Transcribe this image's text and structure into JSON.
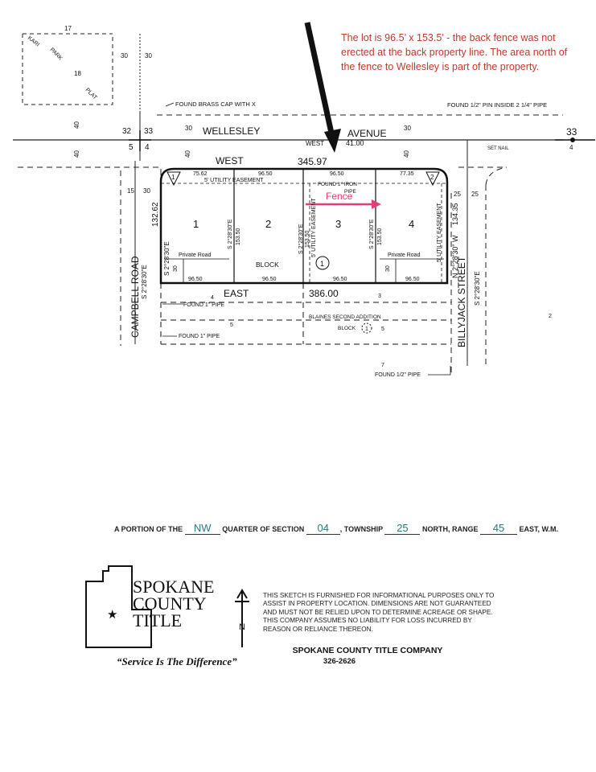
{
  "note": {
    "text": "The lot is 96.5’ x 153.5’ - the back fence was not erected at the back property line. The area north of the fence to Wellesley is part of the property.",
    "color": "#c0392b"
  },
  "fence_label": "Fence",
  "fence_color": "#e0407a",
  "streets": {
    "wellesley": "WELLESLEY",
    "avenue": "AVENUE",
    "west_small": "WEST",
    "campbell": "CAMPBELL ROAD",
    "billyjack": "BILLYJACK STREET",
    "campbell_bearing": "S 2°28'30\"E",
    "billyjack_bearing": "S 2°28'30\"E"
  },
  "corners": {
    "found_brass_cap": "FOUND BRASS CAP WITH X",
    "found_half_pin": "FOUND 1/2\" PIN INSIDE 2 1/4\" PIPE",
    "set_nail": "SET NAIL",
    "found_1_pipe_a": "FOUND 1\" PIPE",
    "found_1_pipe_b": "FOUND 1\" PIPE",
    "found_half_pipe": "FOUND 1/2\" PIPE",
    "found_iron_pipe_a": "FOUND 1\" IRON",
    "found_iron_pipe_b": "PIPE",
    "west_dim": "41.00"
  },
  "block": {
    "north_label": "WEST",
    "north_total": "345.97",
    "south_label": "EAST",
    "south_total": "386.00",
    "block_label": "BLOCK",
    "block_number": "1",
    "lots": [
      "1",
      "2",
      "3",
      "4"
    ],
    "top_dims": [
      "75.62",
      "96.50",
      "96.50",
      "77.35"
    ],
    "bottom_dims": [
      "96.50",
      "96.50",
      "96.50",
      "96.50"
    ],
    "side_dims": [
      "153.50",
      "153.50",
      "153.50"
    ],
    "west_side": "132.62",
    "east_side": "134.35",
    "lot_bearing": "S 2°28'30\"E",
    "east_bearing": "N 2°28'30\" W",
    "utility_easement": "5' UTILITY EASEMENT",
    "private_road": "Private Road",
    "thirty": "30",
    "corner_tags": [
      "1",
      "2"
    ]
  },
  "south_addition": {
    "name": "BLAINES SECOND ADDITION",
    "block_label": "BLOCK",
    "block_number": "1",
    "lots": [
      "4",
      "5",
      "3",
      "5",
      "7",
      "2"
    ]
  },
  "kari_park": {
    "name": [
      "KARI",
      "PARK",
      "PLAT"
    ],
    "numbers": [
      "17",
      "18"
    ]
  },
  "section_numbers": {
    "nw_corner": [
      "32",
      "33",
      "5",
      "4"
    ],
    "ne_corner": [
      "33",
      "4"
    ],
    "road_widths": [
      "30",
      "30",
      "40",
      "40",
      "30",
      "30",
      "40",
      "40",
      "15",
      "30",
      "25",
      "25"
    ]
  },
  "portion": {
    "prefix": "A PORTION OF THE",
    "quarter": "NW",
    "quarter_label": "QUARTER OF SECTION",
    "section": "04",
    "township_label": ", TOWNSHIP",
    "township": "25",
    "range_label": "NORTH, RANGE",
    "range": "45",
    "suffix": "EAST, W.M."
  },
  "disclaimer": "This sketch is furnished for informational purposes only to assist in property location. Dimensions are not guaranteed and must not be relied upon to determine acreage or shape. This company assumes no liability for loss incurred by reason or reliance thereon.",
  "company": {
    "logo_lines": [
      "SPOKANE",
      "COUNTY",
      "TITLE"
    ],
    "slogan": "“Service Is The Difference”",
    "name": "SPOKANE COUNTY TITLE COMPANY",
    "phone": "326-2626"
  },
  "north_arrow": "N"
}
